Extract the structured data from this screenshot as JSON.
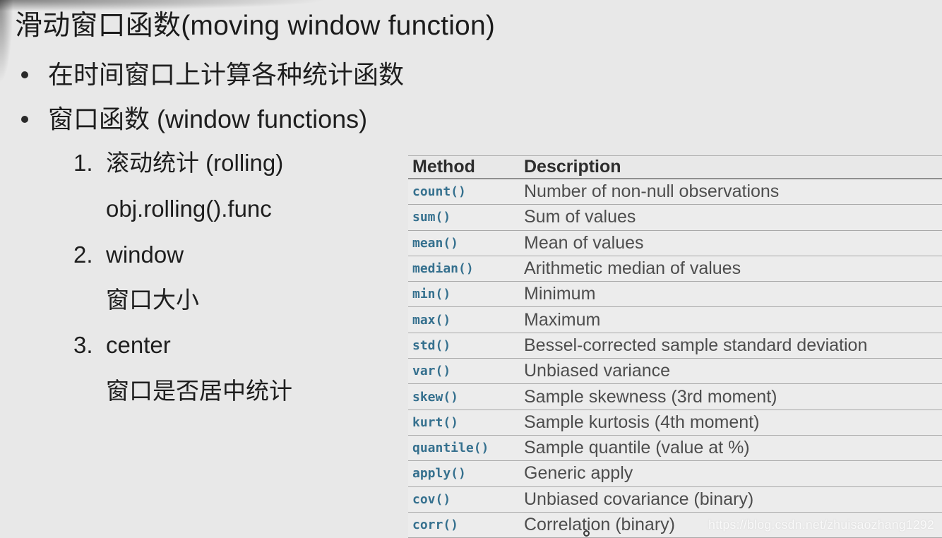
{
  "page": {
    "background_color": "#e8e8e8",
    "watermark": "https://blog.csdn.net/zhuisaozhang1292"
  },
  "slide": {
    "title": "滑动窗口函数(moving window function)",
    "bullets": [
      {
        "text": "在时间窗口上计算各种统计函数"
      },
      {
        "text": "窗口函数 (window functions)"
      }
    ],
    "numbered_items": [
      {
        "num": "1.",
        "line1": "滚动统计 (rolling)",
        "line2": "obj.rolling().func"
      },
      {
        "num": "2.",
        "line1": "window",
        "line2": "窗口大小"
      },
      {
        "num": "3.",
        "line1": "center",
        "line2": "窗口是否居中统计"
      }
    ]
  },
  "table": {
    "headers": [
      "Method",
      "Description"
    ],
    "method_color": "#35708e",
    "rows": [
      {
        "method": "count()",
        "description": "Number of non-null observations"
      },
      {
        "method": "sum()",
        "description": "Sum of values"
      },
      {
        "method": "mean()",
        "description": "Mean of values"
      },
      {
        "method": "median()",
        "description": "Arithmetic median of values"
      },
      {
        "method": "min()",
        "description": "Minimum"
      },
      {
        "method": "max()",
        "description": "Maximum"
      },
      {
        "method": "std()",
        "description": "Bessel-corrected sample standard deviation"
      },
      {
        "method": "var()",
        "description": "Unbiased variance"
      },
      {
        "method": "skew()",
        "description": "Sample skewness (3rd moment)"
      },
      {
        "method": "kurt()",
        "description": "Sample kurtosis (4th moment)"
      },
      {
        "method": "quantile()",
        "description": "Sample quantile (value at %)"
      },
      {
        "method": "apply()",
        "description": "Generic apply"
      },
      {
        "method": "cov()",
        "description": "Unbiased covariance (binary)"
      },
      {
        "method": "corr()",
        "description": "Correlation (binary)"
      }
    ]
  }
}
